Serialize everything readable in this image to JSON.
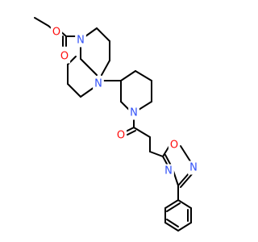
{
  "molecule": {
    "atoms": [
      {
        "id": "o_ester_ether",
        "symbol": "O",
        "color": "#ff0d0d"
      },
      {
        "id": "o_ester_carbonyl",
        "symbol": "O",
        "color": "#ff0d0d"
      },
      {
        "id": "n_piperazine_a",
        "symbol": "N",
        "color": "#3050f8"
      },
      {
        "id": "n_piperazine_b",
        "symbol": "N",
        "color": "#3050f8"
      },
      {
        "id": "n_piperidine",
        "symbol": "N",
        "color": "#3050f8"
      },
      {
        "id": "o_amide",
        "symbol": "O",
        "color": "#ff0d0d"
      },
      {
        "id": "o_oxadiazole",
        "symbol": "O",
        "color": "#ff0d0d"
      },
      {
        "id": "n_oxadiazole_a",
        "symbol": "N",
        "color": "#3050f8"
      },
      {
        "id": "n_oxadiazole_b",
        "symbol": "N",
        "color": "#3050f8"
      }
    ],
    "bond_color": "#000000"
  }
}
